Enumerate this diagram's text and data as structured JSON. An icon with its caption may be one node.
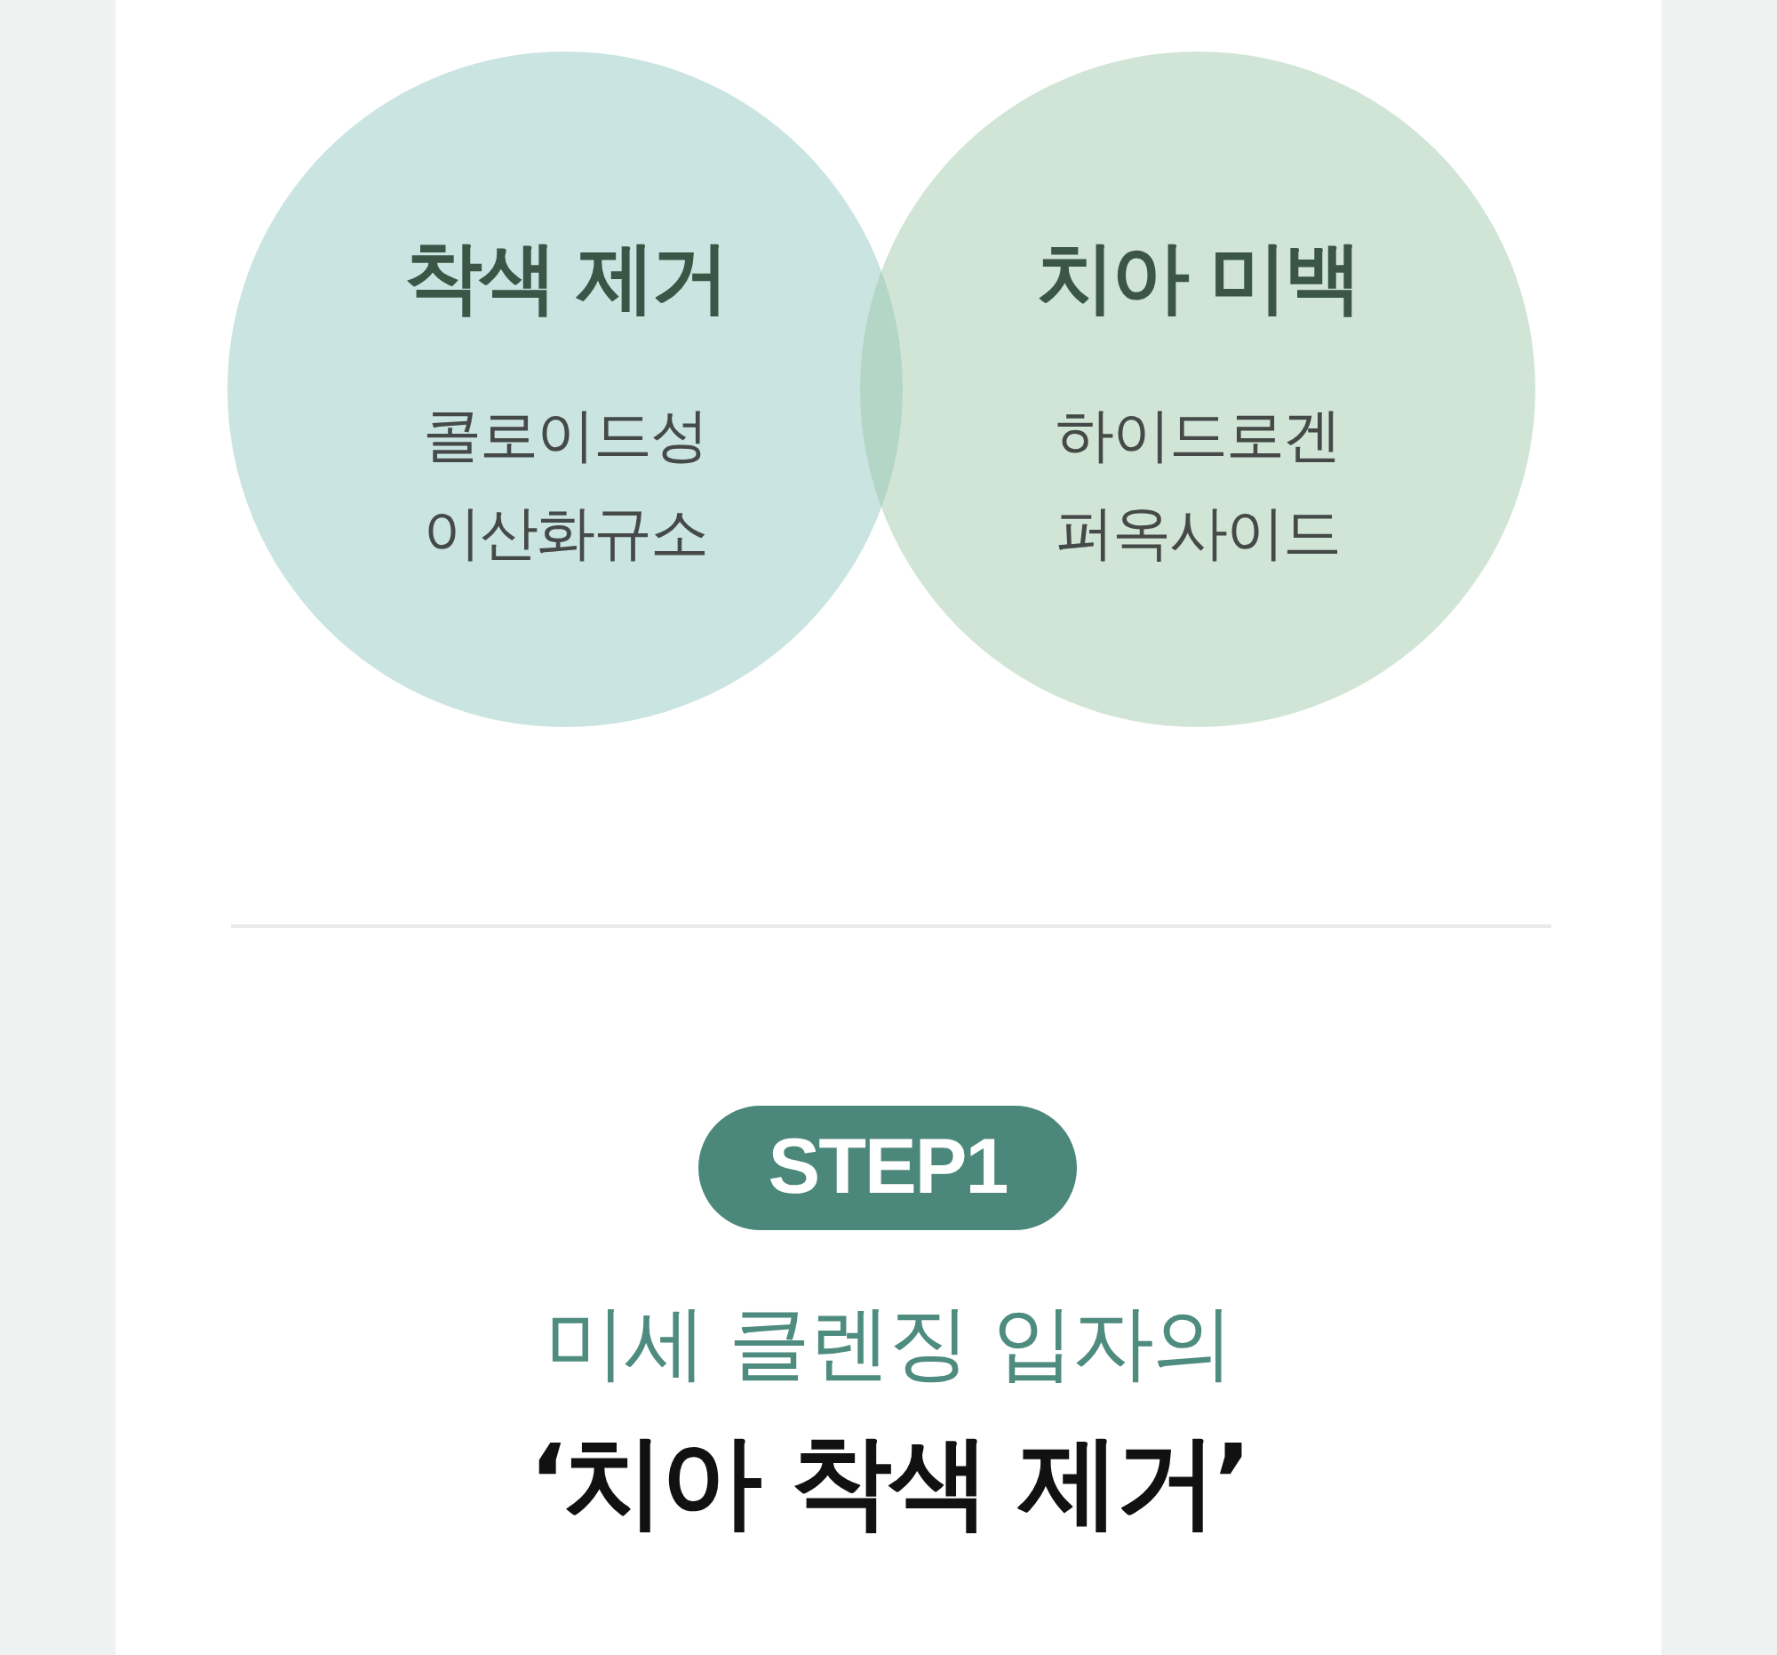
{
  "diagram": {
    "nodes": [
      {
        "text": [
          "착색 제거",
          "콜로이드성 이산화규소"
        ]
      },
      {
        "text": [
          "치아 미백",
          "하이드로겐 퍼옥사이드"
        ]
      },
      {
        "text": [
          "STEP1"
        ]
      }
    ],
    "labels": [
      "미세 클렌징 입자의",
      "‘치아 착색 제거’"
    ]
  }
}
